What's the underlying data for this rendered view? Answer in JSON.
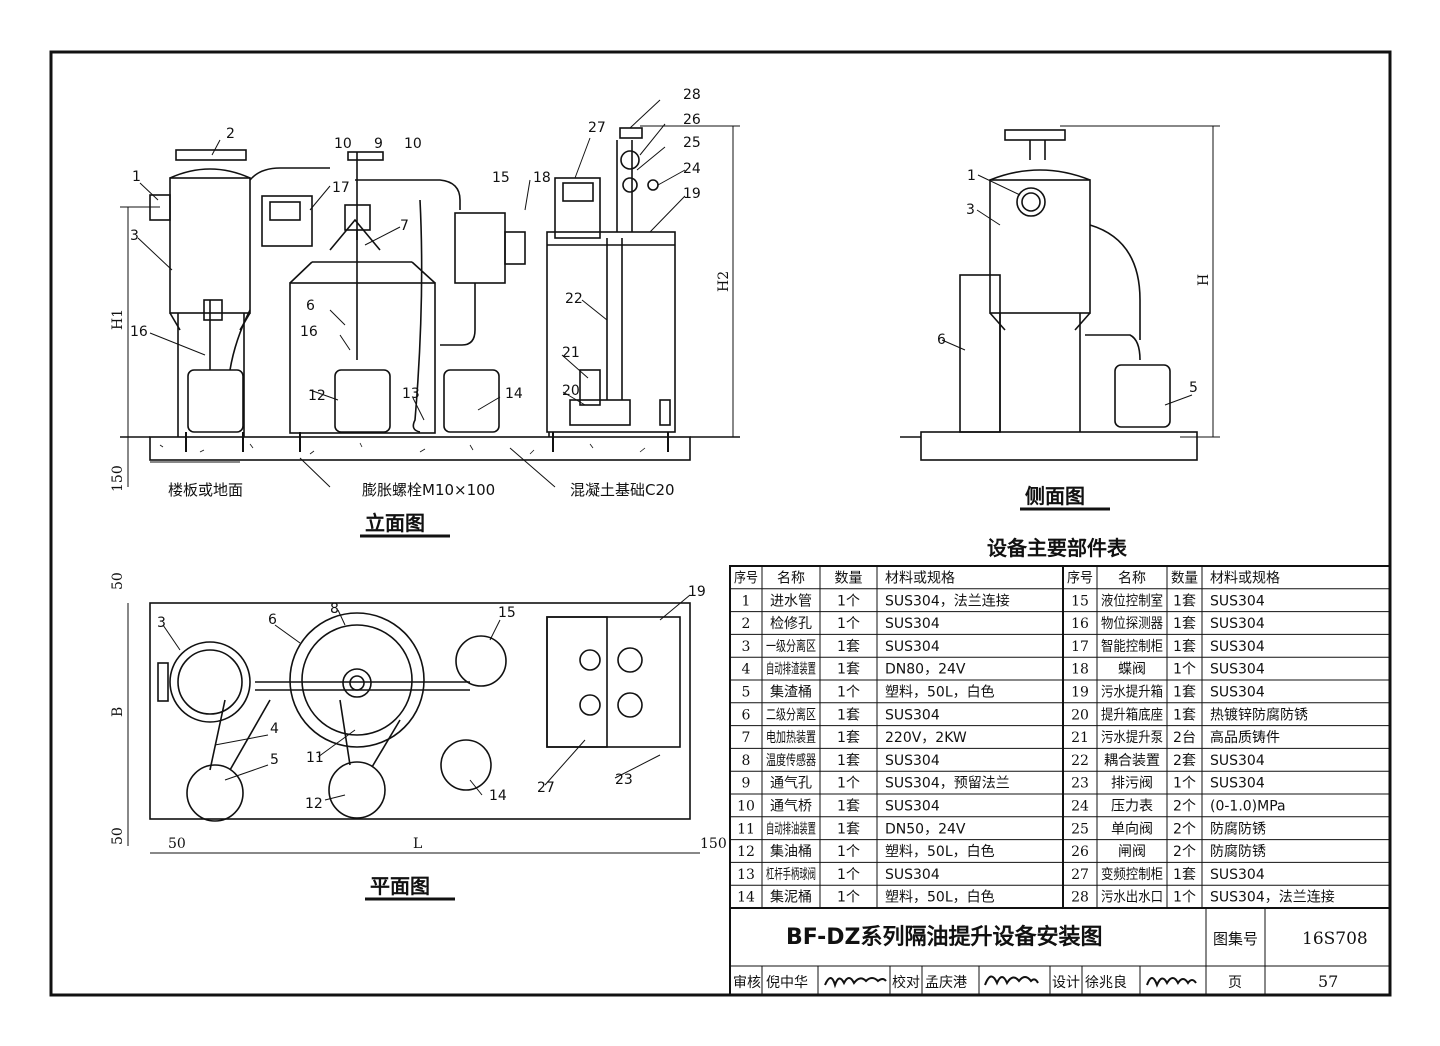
{
  "drawing": {
    "elevation_title": "立面图",
    "side_title": "侧面图",
    "plan_title": "平面图",
    "table_title": "设备主要部件表",
    "labels": {
      "floor": "楼板或地面",
      "bolt": "膨胀螺栓M10×100",
      "concrete": "混凝土基础C20",
      "dim_150": "150",
      "dim_h1": "H1",
      "dim_h2": "H2",
      "dim_h": "H",
      "dim_b": "B",
      "dim_l": "L",
      "dim_50a": "50",
      "dim_50b": "50",
      "dim_50c": "50",
      "dim_150b": "150"
    },
    "elevation_tags": [
      "1",
      "2",
      "3",
      "9",
      "10",
      "10",
      "17",
      "7",
      "6",
      "16",
      "16",
      "12",
      "13",
      "14",
      "15",
      "18",
      "27",
      "28",
      "26",
      "25",
      "24",
      "19",
      "22",
      "21",
      "20"
    ],
    "side_tags": [
      "1",
      "3",
      "6",
      "5"
    ],
    "plan_tags": [
      "3",
      "6",
      "8",
      "15",
      "19",
      "4",
      "5",
      "11",
      "12",
      "14",
      "27",
      "23"
    ]
  },
  "table": {
    "headers": [
      "序号",
      "名称",
      "数量",
      "材料或规格",
      "序号",
      "名称",
      "数量",
      "材料或规格"
    ],
    "rows": [
      [
        "1",
        "进水管",
        "1个",
        "SUS304，法兰连接",
        "15",
        "液位控制室",
        "1套",
        "SUS304"
      ],
      [
        "2",
        "检修孔",
        "1个",
        "SUS304",
        "16",
        "物位探测器",
        "1套",
        "SUS304"
      ],
      [
        "3",
        "一级分离区",
        "1套",
        "SUS304",
        "17",
        "智能控制柜",
        "1套",
        "SUS304"
      ],
      [
        "4",
        "自动排渣装置",
        "1套",
        "DN80，24V",
        "18",
        "蝶阀",
        "1个",
        "SUS304"
      ],
      [
        "5",
        "集渣桶",
        "1个",
        "塑料，50L，白色",
        "19",
        "污水提升箱",
        "1套",
        "SUS304"
      ],
      [
        "6",
        "二级分离区",
        "1套",
        "SUS304",
        "20",
        "提升箱底座",
        "1套",
        "热镀锌防腐防锈"
      ],
      [
        "7",
        "电加热装置",
        "1套",
        "220V，2KW",
        "21",
        "污水提升泵",
        "2台",
        "高品质铸件"
      ],
      [
        "8",
        "温度传感器",
        "1套",
        "SUS304",
        "22",
        "耦合装置",
        "2套",
        "SUS304"
      ],
      [
        "9",
        "通气孔",
        "1个",
        "SUS304，预留法兰",
        "23",
        "排污阀",
        "1个",
        "SUS304"
      ],
      [
        "10",
        "通气桥",
        "1套",
        "SUS304",
        "24",
        "压力表",
        "2个",
        "(0-1.0)MPa"
      ],
      [
        "11",
        "自动排油装置",
        "1套",
        "DN50，24V",
        "25",
        "单向阀",
        "2个",
        "防腐防锈"
      ],
      [
        "12",
        "集油桶",
        "1个",
        "塑料，50L，白色",
        "26",
        "闸阀",
        "2个",
        "防腐防锈"
      ],
      [
        "13",
        "杠杆手柄球阀",
        "1个",
        "SUS304",
        "27",
        "变频控制柜",
        "1套",
        "SUS304"
      ],
      [
        "14",
        "集泥桶",
        "1个",
        "塑料，50L，白色",
        "28",
        "污水出水口",
        "1个",
        "SUS304，法兰连接"
      ]
    ]
  },
  "titleblock": {
    "title": "BF-DZ系列隔油提升设备安装图",
    "atlas_label": "图集号",
    "atlas_no": "16S708",
    "review_label": "审核",
    "reviewer": "倪中华",
    "check_label": "校对",
    "checker": "孟庆港",
    "design_label": "设计",
    "designer": "徐兆良",
    "page_label": "页",
    "page_no": "57"
  }
}
